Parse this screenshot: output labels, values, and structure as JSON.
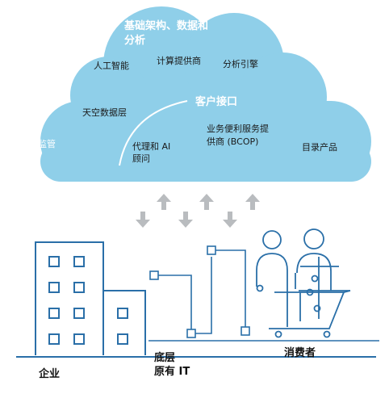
{
  "cloud": {
    "title_line1": "基础架构、数据和",
    "title_line2": "分析",
    "ai": "人工智能",
    "compute": "计算提供商",
    "analytics_engine": "分析引擎",
    "sky_data": "天空数据层",
    "customer_interface": "客户接口",
    "supervision": "监管",
    "agent_line1": "代理和 AI",
    "agent_line2": "顾问",
    "bcop_line1": "业务便利服务提",
    "bcop_line2": "供商 (BCOP)",
    "catalog": "目录产品"
  },
  "ground": {
    "enterprise": "企业",
    "legacy_line1": "底层",
    "legacy_line2": "原有 IT",
    "consumer": "消费者"
  },
  "colors": {
    "cloud": "#8fcfe9",
    "line": "#2a6fa8",
    "arrow": "#b9bcbf"
  }
}
